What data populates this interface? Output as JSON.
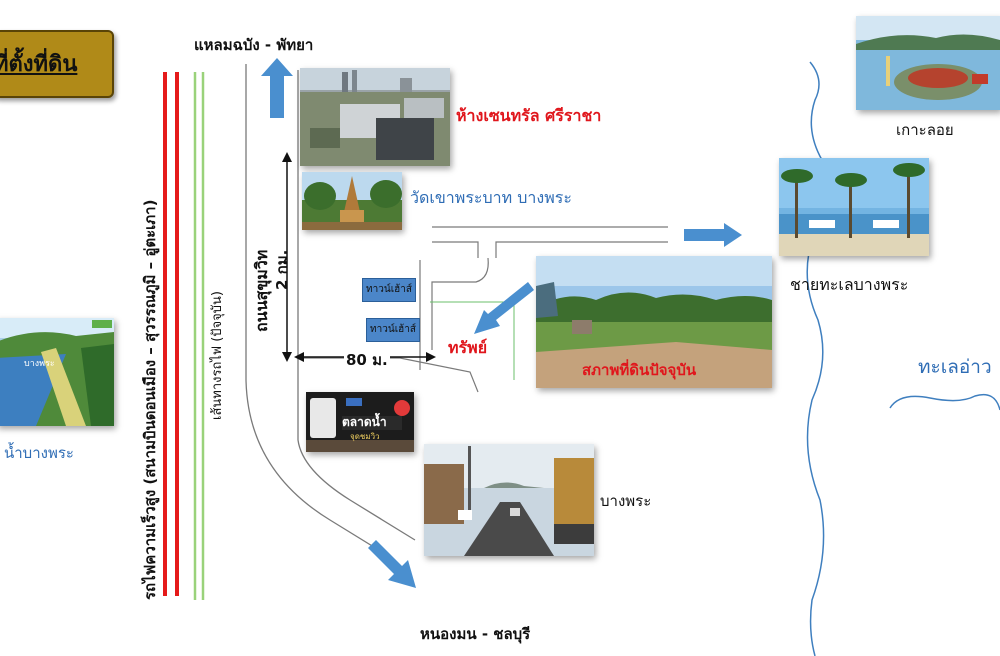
{
  "title": "ที่ตั้งที่ดิน",
  "directions": {
    "north": "แหลมฉบัง - พัทยา",
    "south": "หนองมน - ชลบุรี"
  },
  "places": {
    "central": "ห้างเซนทรัล ศรีราชา",
    "temple": "วัดเขาพระบาท บางพระ",
    "koh_loi": "เกาะลอย",
    "beach": "ชายทะเลบางพระ",
    "sea": "ทะเลอ่าว",
    "reservoir": "น้ำบางพระ",
    "bang_phra": "บางพระ",
    "property": "ทรัพย์",
    "current_land": "สภาพที่ดินปัจจุบัน",
    "market_sign": "ตลาดน้ำ",
    "market_sign_small": "จุดชมวิว",
    "reservoir_sign": "บางพระ"
  },
  "roads": {
    "highway": "ถนนสุขุมวิท",
    "highway_distance": "2 กม.",
    "side_distance": "80 ม.",
    "railway": "เส้นทางรถไฟ (ปัจจุบัน)",
    "high_speed_rail": "รถไฟความเร็วสูง (สนามบินดอนเมือง – สุวรรณภูมิ – อู่ตะเภา)"
  },
  "townhouses": [
    "ทาวน์เฮ้าส์",
    "ทาวน์เฮ้าส์"
  ],
  "colors": {
    "title_bg": "#b08a18",
    "arrow_blue": "#4a8fcf",
    "red_text": "#e0161c",
    "blue_text": "#2f6db5",
    "rail_red": "#e51a1a",
    "rail_green": "#8fcf6a"
  }
}
